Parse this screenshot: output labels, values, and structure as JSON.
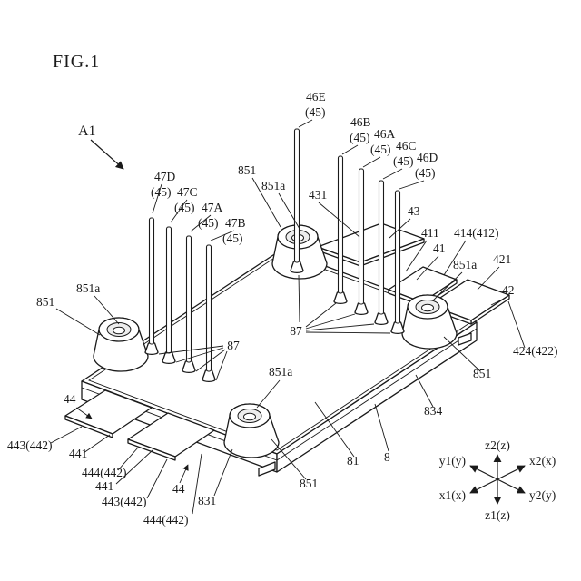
{
  "figure": {
    "title": "FIG.1",
    "assembly": "A1"
  },
  "refs": {
    "n46E": "46E",
    "n46B": "46B",
    "n46A": "46A",
    "n46C": "46C",
    "n46D": "46D",
    "n47D": "47D",
    "n47C": "47C",
    "n47A": "47A",
    "n47B": "47B",
    "sub45": "(45)",
    "n431": "431",
    "n43": "43",
    "n411": "411",
    "n414": "414(412)",
    "n41": "41",
    "n421": "421",
    "n42": "42",
    "n424": "424(422)",
    "n851": "851",
    "n851a": "851a",
    "n87": "87",
    "n834": "834",
    "n831": "831",
    "n81": "81",
    "n8": "8",
    "n44": "44",
    "n441": "441",
    "n443": "443(442)",
    "n444": "444(442)"
  },
  "axes": {
    "z2": "z2(z)",
    "x2": "x2(x)",
    "y1": "y1(y)",
    "y2": "y2(y)",
    "x1": "x1(x)",
    "z1": "z1(z)"
  },
  "colors": {
    "line": "#1a1a1a",
    "background": "#ffffff",
    "fill": "#ffffff",
    "hole_shade": "#ededed"
  }
}
